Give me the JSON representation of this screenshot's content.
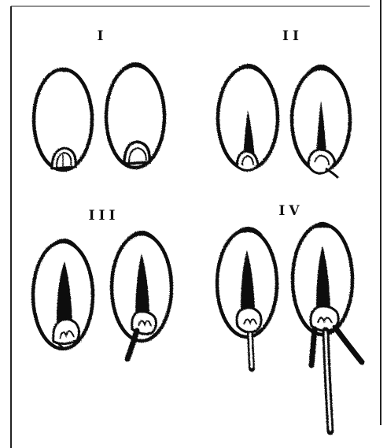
{
  "stages": [
    {
      "label": "I"
    },
    {
      "label": "II"
    },
    {
      "label": "III"
    },
    {
      "label": "IV"
    }
  ],
  "colors": {
    "ink": "#111111",
    "paper": "#ffffff",
    "frame": "#222222"
  }
}
